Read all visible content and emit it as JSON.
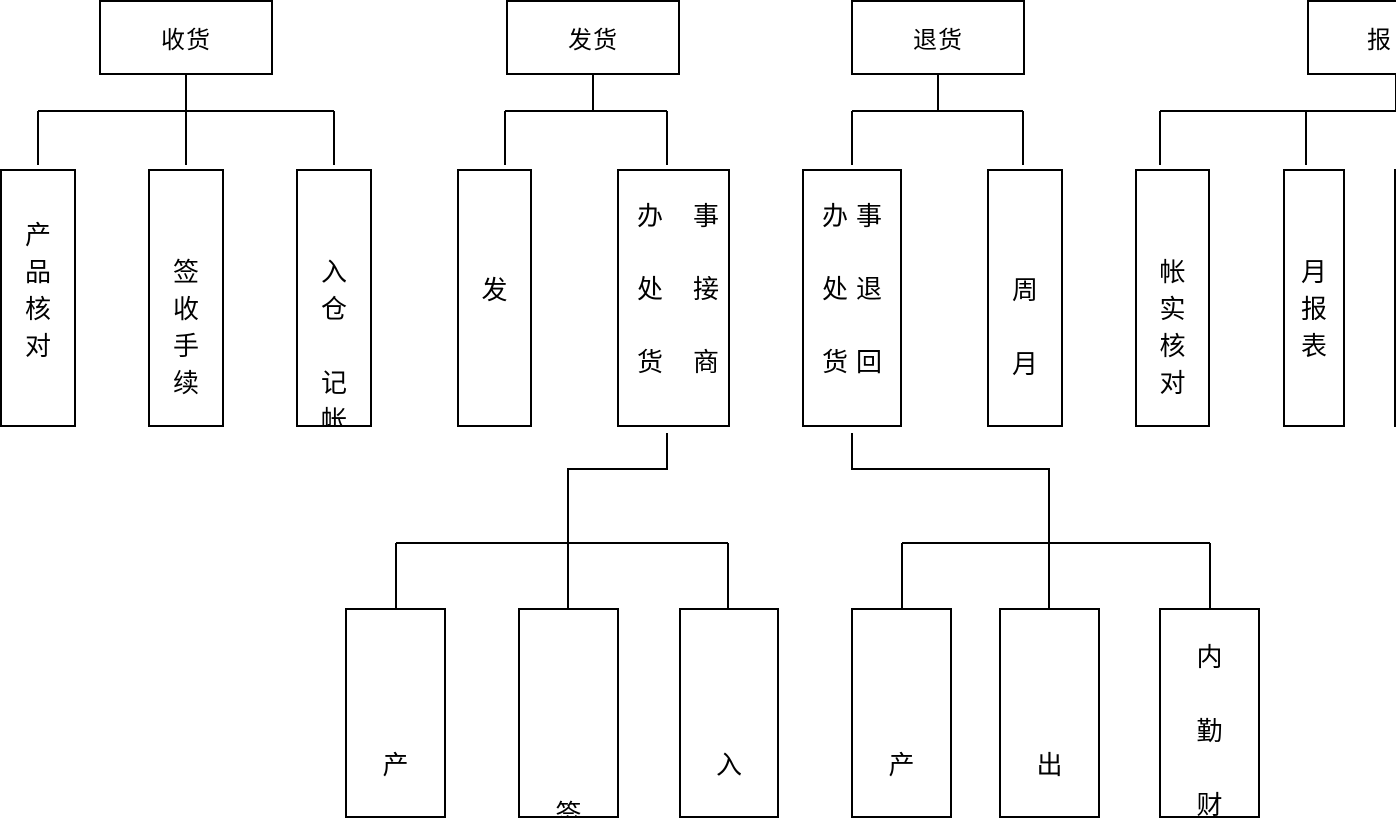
{
  "top": {
    "receive": "收货",
    "ship": "发货",
    "return": "退货",
    "report": "报"
  },
  "receive_children": {
    "check": "产\n品\n核\n对",
    "sign": "签\n收\n手\n续",
    "store": "入\n仓\n\n记\n帐"
  },
  "ship_children": {
    "ship": "发",
    "office_left": "办\n处\n货",
    "office_right": "事\n接\n商"
  },
  "return_children": {
    "office_left": "办\n处\n货",
    "office_right": "事\n退\n回",
    "weekly": "周\n\n月"
  },
  "report_children": {
    "reconcile": "帐\n实\n核\n对",
    "monthly": "月\n报\n表"
  },
  "ship_sub": {
    "product": "产",
    "sign": "\n签",
    "store": "入"
  },
  "return_sub": {
    "product": "产",
    "out": "出",
    "finance": "内\n\n勤\n\n财"
  }
}
